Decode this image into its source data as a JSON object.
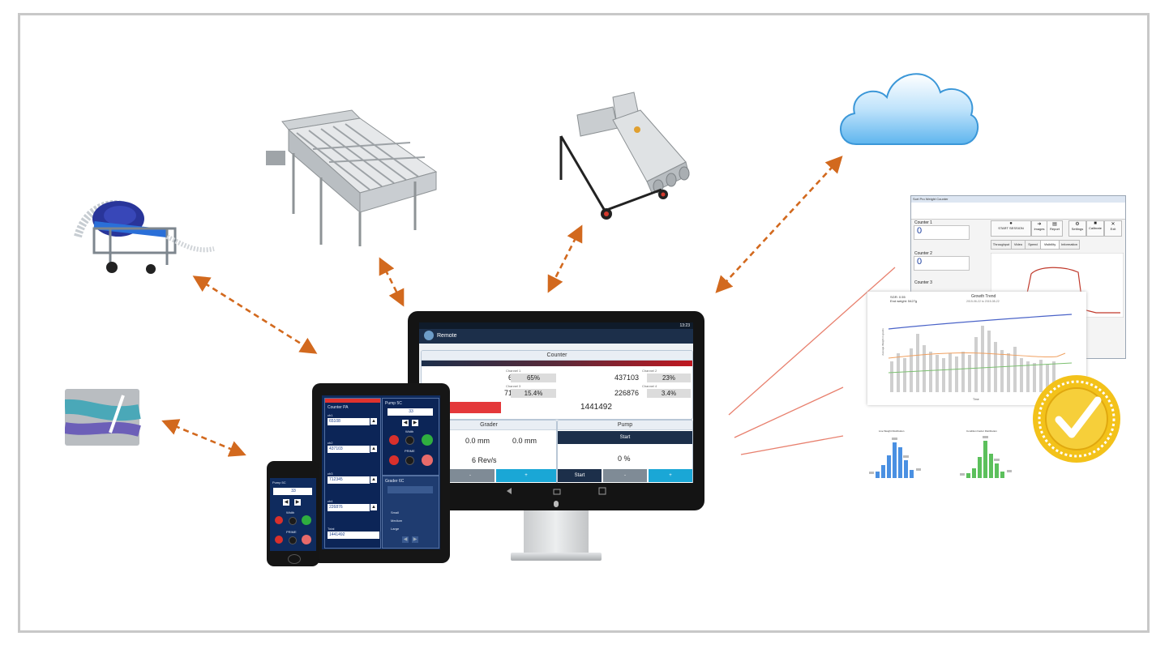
{
  "monitor": {
    "status_time": "13:23",
    "app_title": "Remote",
    "counter": {
      "title": "Counter",
      "channels": [
        {
          "label": "Channel 1",
          "value": "65168",
          "pct": "65%"
        },
        {
          "label": "Channel 2",
          "value": "437103",
          "pct": "23%"
        },
        {
          "label": "Channel 3",
          "value": "712345",
          "pct": "15.4%"
        },
        {
          "label": "Channel 4",
          "value": "226876",
          "pct": "3.4%"
        }
      ],
      "stop_label": "Stop",
      "total": "1441492"
    },
    "grader": {
      "title": "Grader",
      "left_cut": "m",
      "width1": "0.0 mm",
      "width2": "0.0 mm",
      "speed": "6 Rev/s"
    },
    "pump": {
      "title": "Pump",
      "start_label": "Start",
      "percent": "0 %",
      "start2_label": "Start",
      "minus": "-",
      "plus": "+"
    },
    "minus": "-",
    "plus": "+"
  },
  "tablet": {
    "counter_title": "Counter PA",
    "pump_title": "Pump 5C",
    "ch1_label": "ch1",
    "ch1_value": "65108",
    "ch2_label": "ch2",
    "ch2_value": "437103",
    "ch3_label": "ch3",
    "ch3_value": "712345",
    "ch4_label": "ch4",
    "ch4_value": "226876",
    "total_label": "Total",
    "total_value": "1441492",
    "pump_value": "33",
    "width_label": "Width",
    "pump_label": "PRIME",
    "grader_title": "Grader 6C",
    "small": "Small",
    "medium": "Medium",
    "large": "Large"
  },
  "phone": {
    "title": "Pump 5C",
    "value": "33",
    "width_label": "Width",
    "pump_label": "PRIME"
  },
  "software": {
    "window_title": "Sort Pro Weight Counter",
    "counter1": "Counter 1",
    "counter2": "Counter 2",
    "counter3": "Counter 3",
    "c1_val": "0",
    "c2_val": "0",
    "btn_start": "START SESSION",
    "btn_images": "Images",
    "btn_report": "Report",
    "btn_settings": "Settings",
    "btn_calibrate": "Calibrate",
    "btn_exit": "Exit",
    "tabs": [
      "Throughput",
      "Video",
      "Speed",
      "Visibility",
      "Information"
    ]
  },
  "growth_chart": {
    "title": "Growth Trend",
    "subtitle": "2015-06-22 to 2015-08-22",
    "meta1": "SGR: 0.55",
    "meta2": "End weight: 5427g",
    "xlabel": "Time",
    "ylabel": "Average Weight in grams"
  },
  "dist_charts": {
    "left_title": "Live Weight Distribution",
    "right_title": "Condition Factor Distribution"
  },
  "colors": {
    "arrow": "#d2691e",
    "line": "#e8806e",
    "navy": "#1c2f4a",
    "stop_red": "#e4383a",
    "cyan": "#1aa7d6",
    "badge_gold": "#f3c21a"
  },
  "icons": {
    "cloud": "cloud-icon",
    "check_badge": "check-badge-icon"
  }
}
